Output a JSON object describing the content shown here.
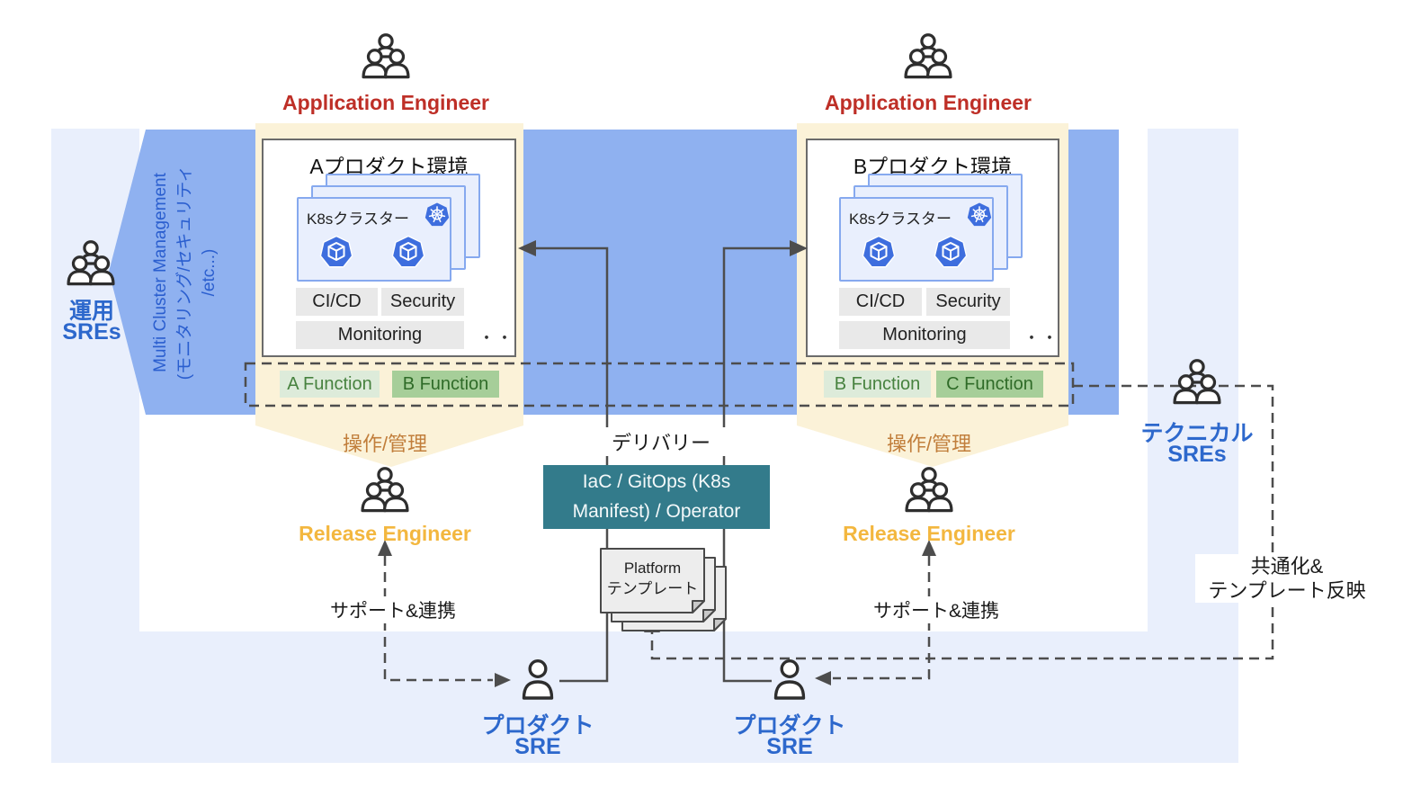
{
  "colors": {
    "band_blue": "#8FB1F0",
    "lavender_bg": "#E9EFFC",
    "cream_panel": "#FBF2D8",
    "teal_box": "#337B8B",
    "pod_blue": "#3E6EDE",
    "cluster_card_bg": "#E9EFFD",
    "cluster_card_border": "#86A9EF",
    "chip_gray": "#E9E9E9",
    "function_chip_light": "#DDEBDA",
    "function_chip_dark": "#A6CE99",
    "app_engineer_red": "#BE2F27",
    "sre_blue": "#2D68CC",
    "release_gold": "#F3B73F",
    "operate_orange": "#C17E3B",
    "line_gray": "#4D4D4D"
  },
  "actors": {
    "app_engineer_left": "Application Engineer",
    "app_engineer_right": "Application Engineer",
    "operation_sres": {
      "line1": "運用",
      "line2": "SREs"
    },
    "release_engineer_left": "Release Engineer",
    "release_engineer_right": "Release Engineer",
    "product_sre_left": {
      "line1": "プロダクト",
      "line2": "SRE"
    },
    "product_sre_right": {
      "line1": "プロダクト",
      "line2": "SRE"
    },
    "technical_sres": {
      "line1": "テクニカル",
      "line2": "SREs"
    }
  },
  "band": {
    "line1": "Multi Cluster Management",
    "line2": "(モニタリング/セキュリティ",
    "line3": "/etc...)"
  },
  "env_a": {
    "title": "Aプロダクト環境",
    "cluster_label": "K8sクラスター",
    "chips": [
      "CI/CD",
      "Security",
      "Monitoring"
    ],
    "dots": "・・",
    "functions": [
      {
        "label": "A Function"
      },
      {
        "label": "B Function"
      }
    ]
  },
  "env_b": {
    "title": "Bプロダクト環境",
    "cluster_label": "K8sクラスター",
    "chips": [
      "CI/CD",
      "Security",
      "Monitoring"
    ],
    "dots": "・・",
    "functions": [
      {
        "label": "B Function"
      },
      {
        "label": "C Function"
      }
    ]
  },
  "flows": {
    "operate_manage_left": "操作/管理",
    "operate_manage_right": "操作/管理",
    "delivery": "デリバリー",
    "support_left": "サポート&連携",
    "support_right": "サポート&連携",
    "common_line1": "共通化&",
    "common_line2": "テンプレート反映"
  },
  "delivery_box": {
    "line1": "IaC / GitOps (K8s",
    "line2": "Manifest) / Operator"
  },
  "template_doc": {
    "line1": "Platform",
    "line2": "テンプレート"
  }
}
